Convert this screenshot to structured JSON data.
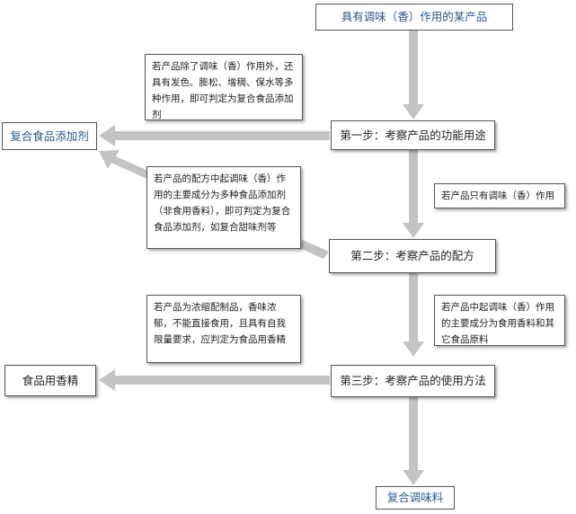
{
  "nodes": {
    "product": "具有调味（香）作用的某产品",
    "step1": "第一步：考察产品的功能用途",
    "step2": "第二步：考察产品的配方",
    "step3": "第三步：考察产品的使用方法",
    "compound_additive": "复合食品添加剂",
    "food_flavor": "食品用香精",
    "compound_seasoning": "复合调味料"
  },
  "notes": {
    "step1_left": "若产品除了调味（香）作用外，还具有发色、膨松、增稠、保水等多种作用，即可判定为复合食品添加剂",
    "step1_down": "若产品只有调味（香）作用",
    "step2_left": "若产品的配方中起调味（香）作用的主要成分为多种食品添加剂（非食用香料），即可判定为复合食品添加剂，如复合甜味剂等",
    "step2_down": "若产品中起调味（香）作用的主要成分为食用香料和其它食品原料",
    "step3_left": "若产品为浓缩配制品，香味浓郁，不能直接食用，且具有自我限量要求，应判定为食品用香精"
  },
  "colors": {
    "arrow": "#c3c3c3",
    "blue_text": "#2a5a8c",
    "border": "#555555"
  }
}
